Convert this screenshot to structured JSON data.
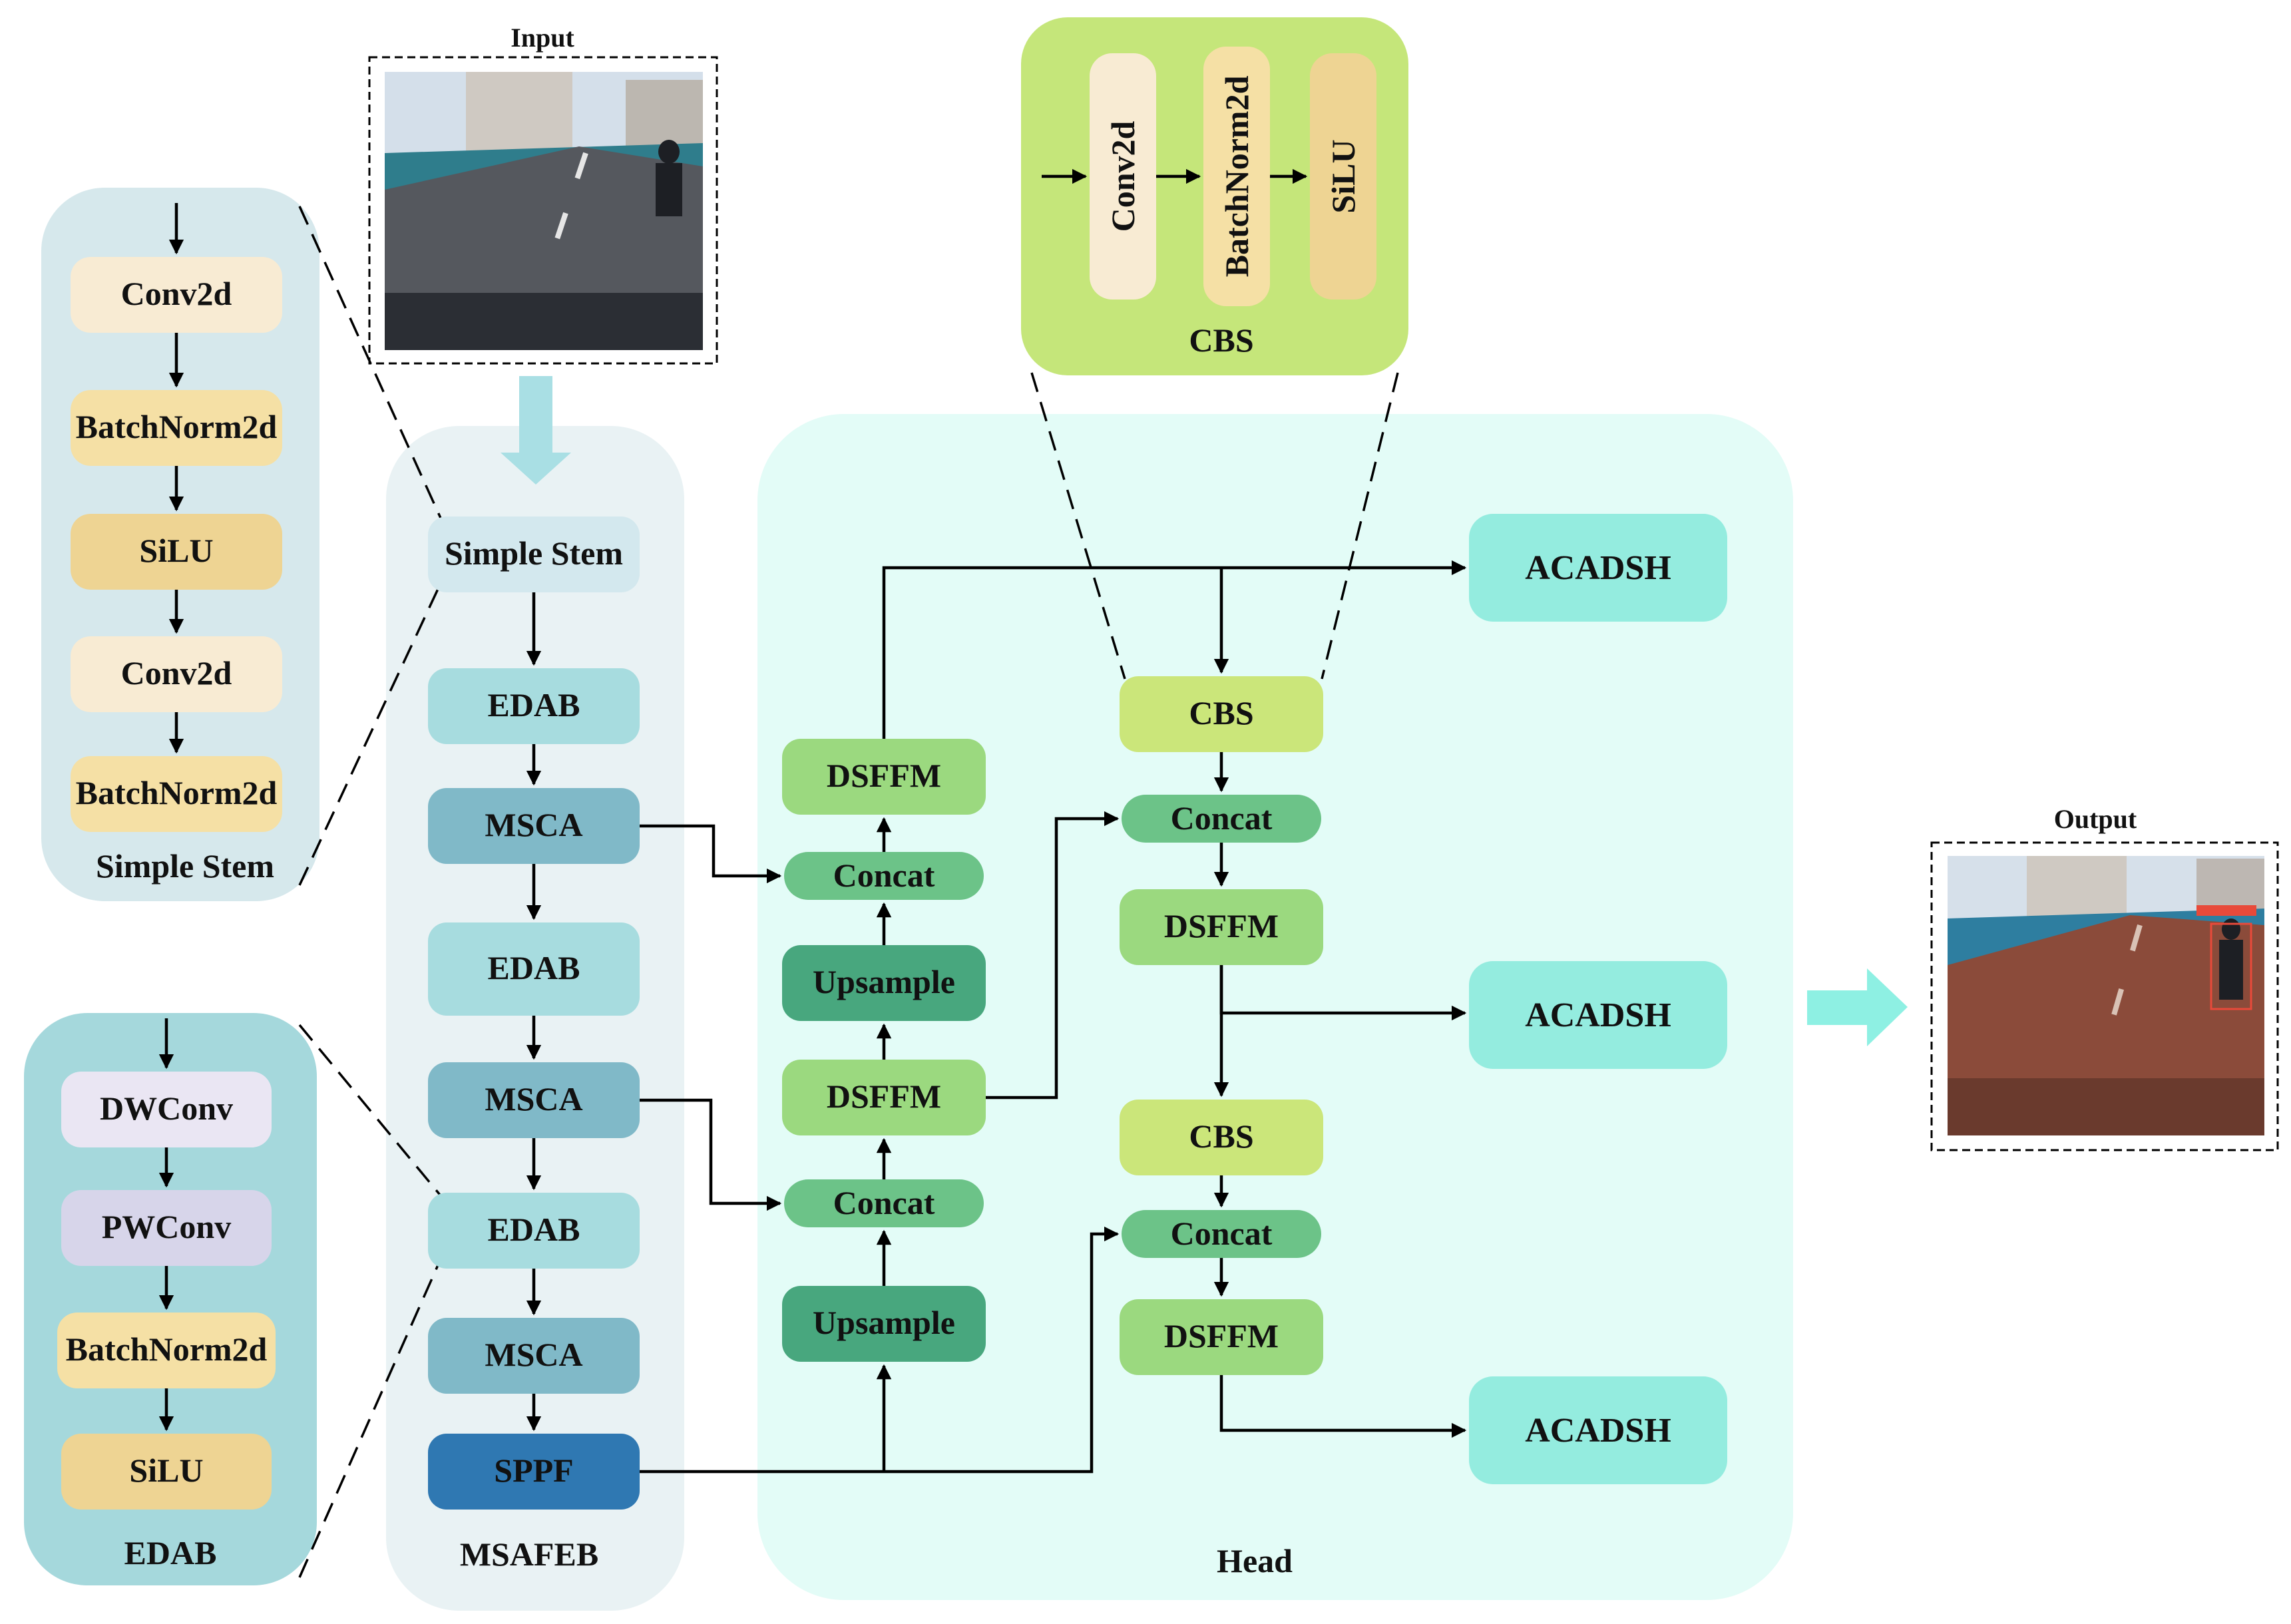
{
  "input": {
    "title": "Input"
  },
  "output": {
    "title": "Output"
  },
  "simple_stem_panel": {
    "title": "Simple Stem",
    "layers": [
      "Conv2d",
      "BatchNorm2d",
      "SiLU",
      "Conv2d",
      "BatchNorm2d"
    ]
  },
  "edab_panel": {
    "title": "EDAB",
    "layers": [
      "DWConv",
      "PWConv",
      "BatchNorm2d",
      "SiLU"
    ]
  },
  "cbs_panel": {
    "title": "CBS",
    "layers": [
      "Conv2d",
      "BatchNorm2d",
      "SiLU"
    ]
  },
  "backbone": {
    "title": "MSAFEB",
    "blocks": [
      "Simple Stem",
      "EDAB",
      "MSCA",
      "EDAB",
      "MSCA",
      "EDAB",
      "MSCA",
      "SPPF"
    ]
  },
  "head": {
    "title": "Head",
    "left_column": [
      "DSFFM",
      "Concat",
      "Upsample",
      "DSFFM",
      "Concat",
      "Upsample"
    ],
    "right_column": [
      "CBS",
      "Concat",
      "DSFFM",
      "CBS",
      "Concat",
      "DSFFM"
    ],
    "outputs": [
      "ACADSH",
      "ACADSH",
      "ACADSH"
    ]
  },
  "colors": {
    "stem_panel": "#d6e8ec",
    "edab_panel": "#a5d8dc",
    "cbs_panel": "#c5e67a",
    "backbone_panel": "#e9f2f4",
    "head_panel": "#e3fcf7",
    "conv2d": "#f8ebd3",
    "batchnorm": "#f5e0a5",
    "silu": "#eed493",
    "dwconv": "#eae6f3",
    "pwconv": "#d7d5ea",
    "stem_block": "#d3e8ee",
    "edab_block": "#a7dcdf",
    "msca_block": "#80b9c8",
    "sppf_block": "#2f78b2",
    "dsffm": "#9bd97f",
    "concat": "#6cc388",
    "upsample": "#48a77e",
    "cbs_block": "#cbe67a",
    "acadsh": "#94ecdf",
    "arrow_fill": "#a9dfe4",
    "output_arrow": "#8ef0e3"
  }
}
